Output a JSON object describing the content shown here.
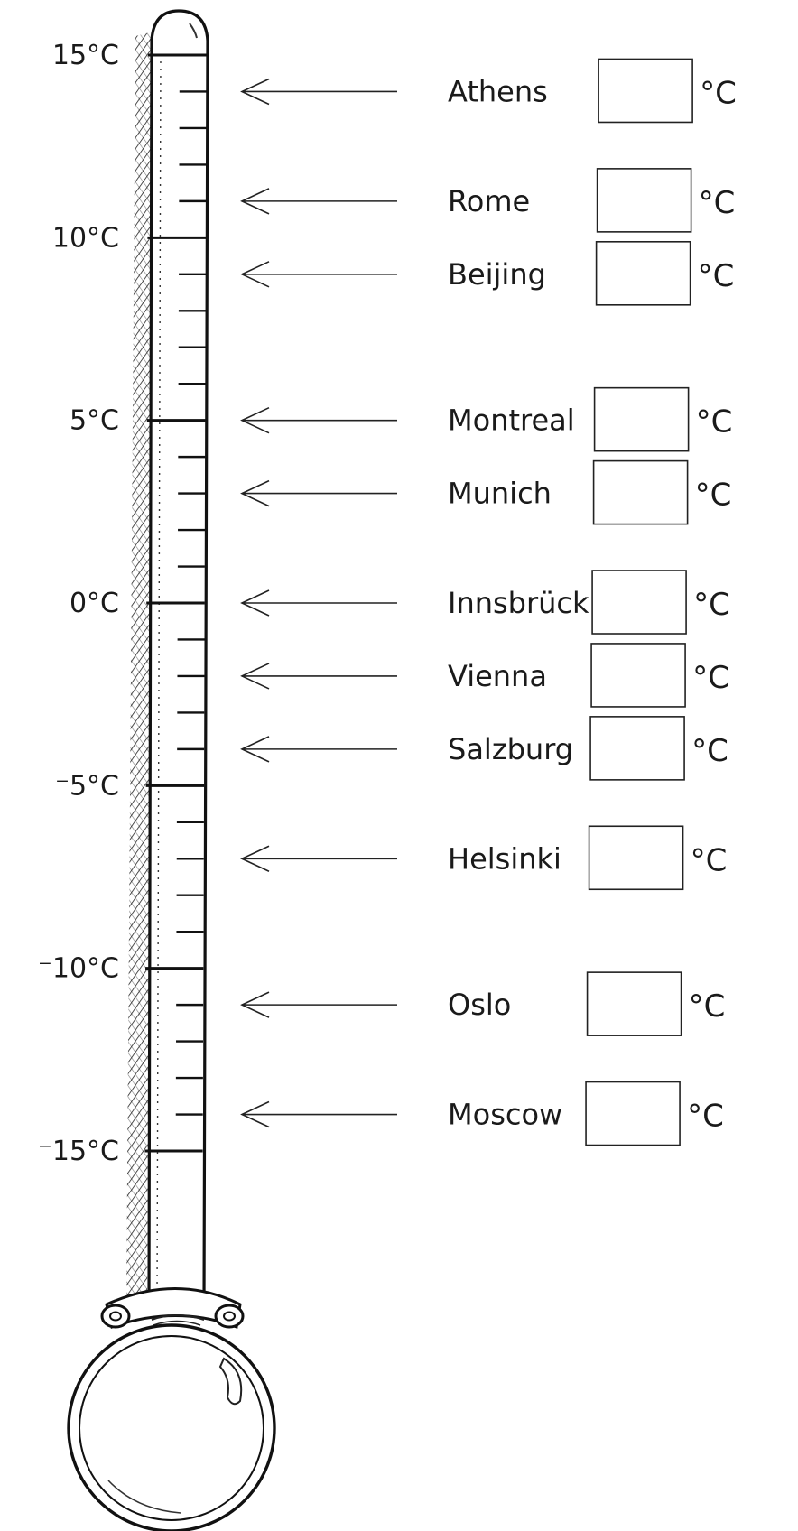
{
  "thermometer": {
    "scale_labels": [
      {
        "text": "15°C",
        "value": 15
      },
      {
        "text": "10°C",
        "value": 10
      },
      {
        "text": "5°C",
        "value": 5
      },
      {
        "text": "0°C",
        "value": 0
      },
      {
        "text": "⁻5°C",
        "value": -5
      },
      {
        "text": "⁻10°C",
        "value": -10
      },
      {
        "text": "⁻15°C",
        "value": -15
      }
    ],
    "minor_step": 1
  },
  "rows": [
    {
      "city": "Athens",
      "temperature": 14,
      "answer": "",
      "unit": "°C"
    },
    {
      "city": "Rome",
      "temperature": 11,
      "answer": "",
      "unit": "°C"
    },
    {
      "city": "Beijing",
      "temperature": 9,
      "answer": "",
      "unit": "°C"
    },
    {
      "city": "Montreal",
      "temperature": 5,
      "answer": "",
      "unit": "°C"
    },
    {
      "city": "Munich",
      "temperature": 3,
      "answer": "",
      "unit": "°C"
    },
    {
      "city": "Innsbrück",
      "temperature": 0,
      "answer": "",
      "unit": "°C"
    },
    {
      "city": "Vienna",
      "temperature": -2,
      "answer": "",
      "unit": "°C"
    },
    {
      "city": "Salzburg",
      "temperature": -4,
      "answer": "",
      "unit": "°C"
    },
    {
      "city": "Helsinki",
      "temperature": -7,
      "answer": "",
      "unit": "°C"
    },
    {
      "city": "Oslo",
      "temperature": -11,
      "answer": "",
      "unit": "°C"
    },
    {
      "city": "Moscow",
      "temperature": -14,
      "answer": "",
      "unit": "°C"
    }
  ]
}
